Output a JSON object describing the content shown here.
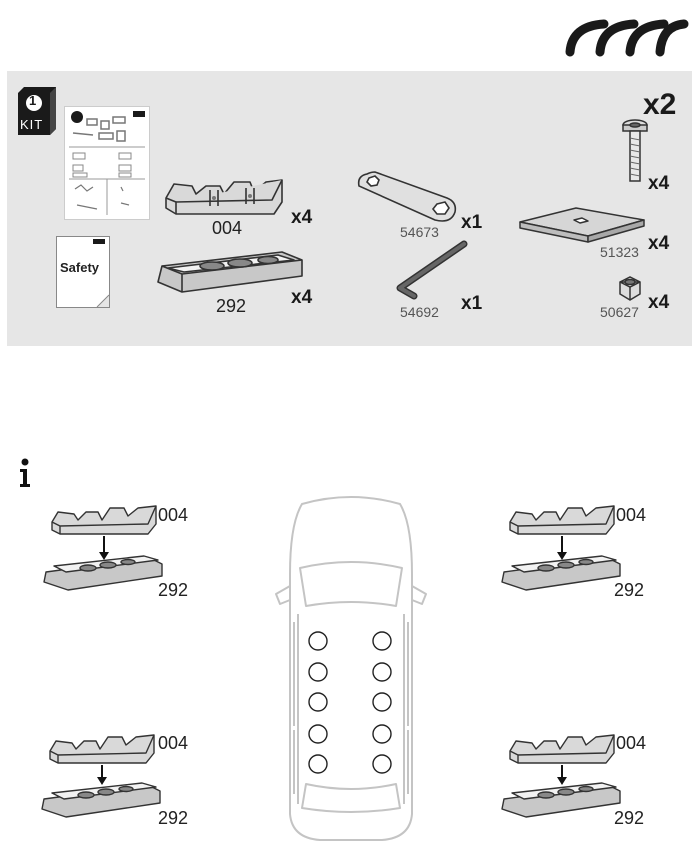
{
  "header": {
    "logo_icon": "thule-stripes-logo"
  },
  "kit": {
    "kit_number": "1",
    "kit_label": "KIT",
    "sets_multiplier": "x2",
    "safety_label": "Safety",
    "parts": [
      {
        "id": "004",
        "label": "004",
        "qty": "x4",
        "icon": "foot-clamp-icon"
      },
      {
        "id": "292",
        "label": "292",
        "qty": "x4",
        "icon": "foot-pad-icon"
      },
      {
        "id": "54673",
        "label": "54673",
        "qty": "x1",
        "icon": "wrench-tool-icon"
      },
      {
        "id": "54692",
        "label": "54692",
        "qty": "x1",
        "icon": "allen-key-icon"
      },
      {
        "id": "bolt",
        "label": "",
        "qty": "x4",
        "icon": "bolt-icon"
      },
      {
        "id": "51323",
        "label": "51323",
        "qty": "x4",
        "icon": "plate-icon"
      },
      {
        "id": "50627",
        "label": "50627",
        "qty": "x4",
        "icon": "nut-icon"
      }
    ]
  },
  "assembly": {
    "info_icon": "info-icon",
    "top_label": "004",
    "bottom_label": "292",
    "corners": [
      "front-left",
      "front-right",
      "rear-left",
      "rear-right"
    ]
  }
}
